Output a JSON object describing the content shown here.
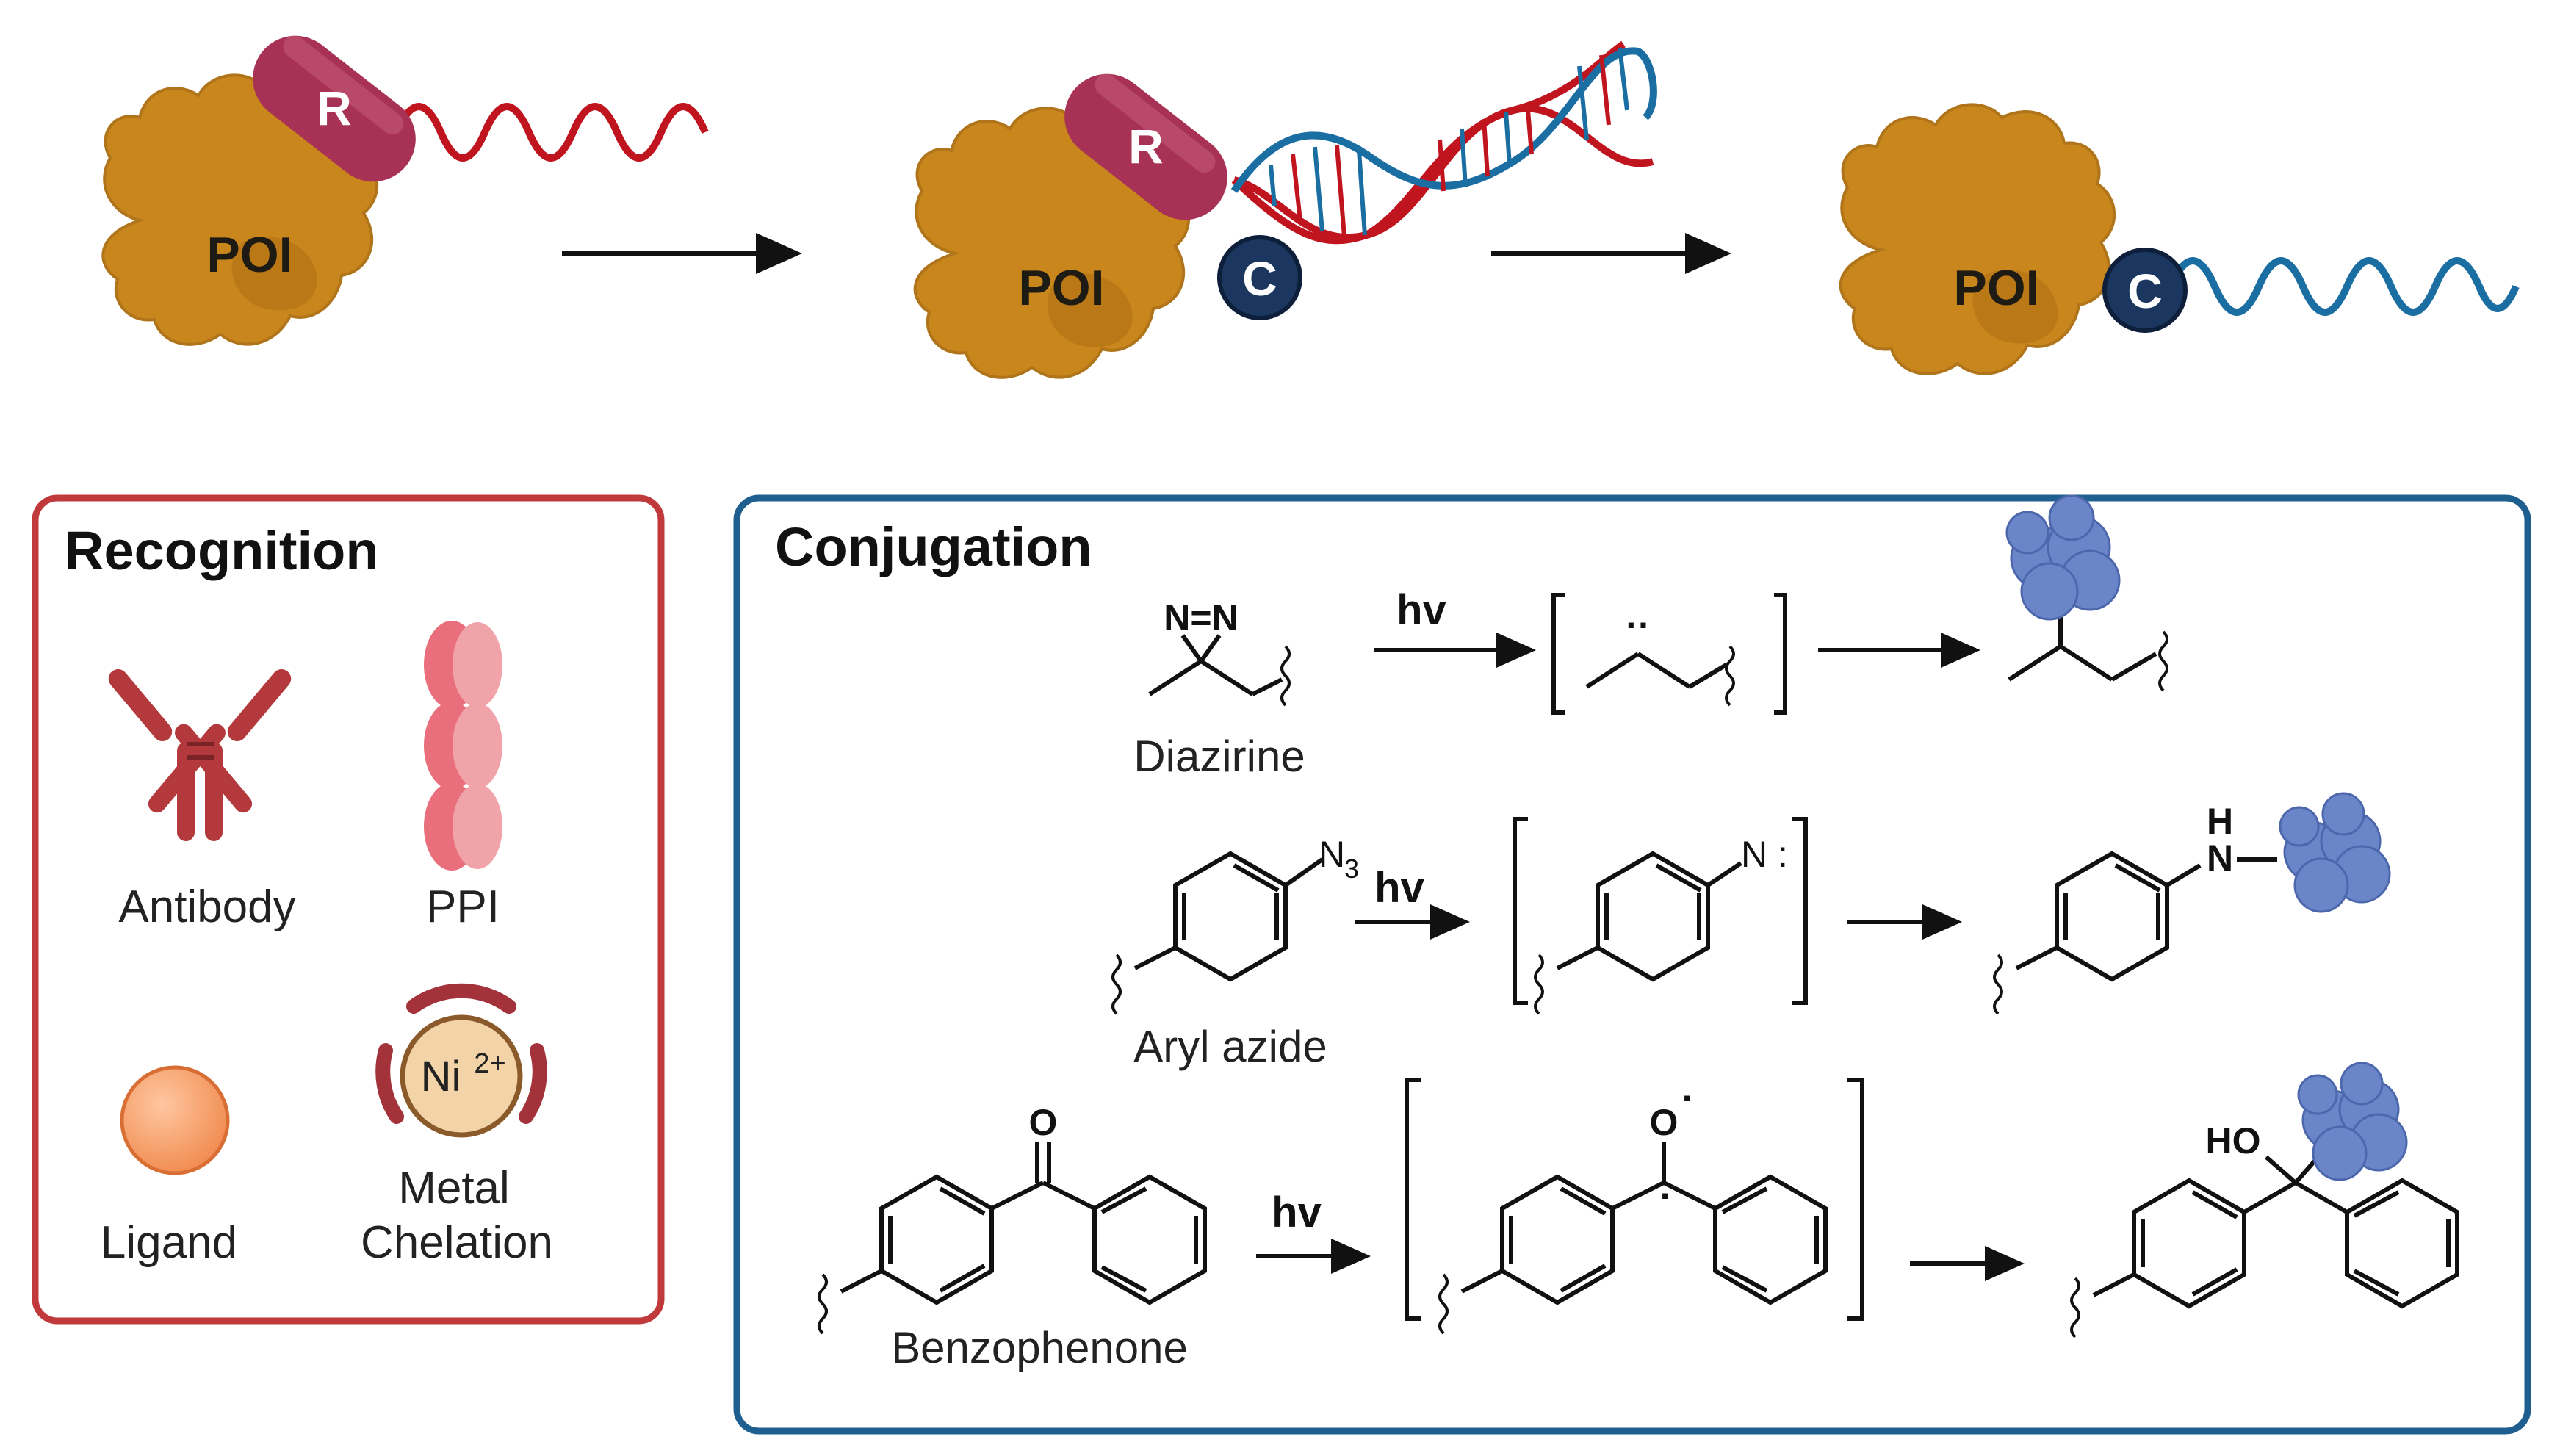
{
  "workflow": {
    "poi_label": "POI",
    "recognition_tag": "R",
    "conjugation_tag": "C"
  },
  "recognition": {
    "title": "Recognition",
    "border_color": "#c0393b",
    "items": {
      "antibody": "Antibody",
      "ppi": "PPI",
      "ligand": "Ligand",
      "metal_line1": "Metal",
      "metal_line2": "Chelation",
      "ion_symbol": "Ni",
      "ion_charge": "2+"
    }
  },
  "conjugation": {
    "title": "Conjugation",
    "border_color": "#1f5f8f",
    "light_label": "hv",
    "rows": {
      "diazirine": {
        "name": "Diazirine",
        "group_label": "N=N"
      },
      "aryl_azide": {
        "name": "Aryl azide",
        "azide_symbol": "N",
        "azide_subscript": "3",
        "nitrene_label": "N :",
        "product_h": "H",
        "product_n": "N"
      },
      "benzophenone": {
        "name": "Benzophenone",
        "oxygen_label": "O",
        "radical_dot": "·",
        "product_label": "HO"
      }
    }
  },
  "colors": {
    "protein": "#c8861c",
    "protein_dark": "#a86a10",
    "recognition_tag": "#a83256",
    "dna_red": "#c0141e",
    "dna_blue": "#1b6ea2",
    "conjugation_tag": "#1b3760",
    "target_protein": "#6b85c9"
  }
}
